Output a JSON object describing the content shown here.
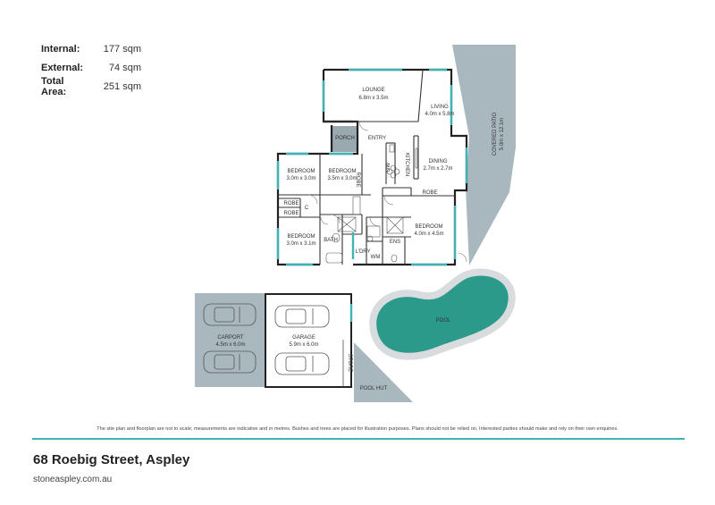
{
  "areas": {
    "internal_label": "Internal:",
    "internal_value": "177 sqm",
    "external_label": "External:",
    "external_value": "74 sqm",
    "total_label": "Total Area:",
    "total_value": "251 sqm"
  },
  "rooms": {
    "lounge": {
      "name": "LOUNGE",
      "dims": "6.8m x 3.5m"
    },
    "living": {
      "name": "LIVING",
      "dims": "4.0m x 5.8m"
    },
    "dining": {
      "name": "DINING",
      "dims": "2.7m x 2.7m"
    },
    "porch": "PORCH",
    "entry": "ENTRY",
    "kitchen": "KITCHEN",
    "dw": "DW",
    "bed1": {
      "name": "BEDROOM",
      "dims": "3.0m x 3.0m"
    },
    "bed2": {
      "name": "BEDROOM",
      "dims": "3.5m x 3.0m"
    },
    "bed3": {
      "name": "BEDROOM",
      "dims": "3.0m x 3.1m"
    },
    "bed4": {
      "name": "BEDROOM",
      "dims": "4.0m x 4.5m"
    },
    "robe": "ROBE",
    "c": "C",
    "bath": "BATH",
    "ldry": "L'DRY",
    "ens": "ENS",
    "wm": "WM",
    "covered_patio": {
      "name": "COVERED PATIO",
      "dims": "5.0m x 12.1m"
    },
    "carport": {
      "name": "CARPORT",
      "dims": "4.5m x 6.0m"
    },
    "garage": {
      "name": "GARAGE",
      "dims": "5.9m x 6.0m"
    },
    "store": "STORE",
    "pool": "POOL",
    "pool_hut": "POOL HUT"
  },
  "colors": {
    "accent": "#3fb3b6",
    "pool": "#2c9a8a",
    "exterior": "#a9b8bf",
    "porch": "#9aa9b0"
  },
  "disclaimer": "The site plan and floorplan are not to scale; measurements are indicative and in metres. Bushes and trees are placed for illustration purposes. Plans should not be relied on. Interested parties should make and rely on their own enquiries.",
  "address": "68 Roebig Street, Aspley",
  "website": "stoneaspley.com.au"
}
